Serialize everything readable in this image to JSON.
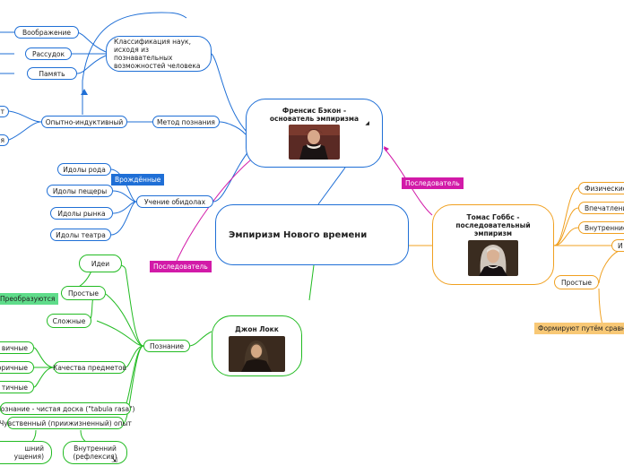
{
  "central": {
    "title": "Эмпиризм Нового времени"
  },
  "bacon": {
    "title": "Френсис Бэкон - основатель эмпиризма",
    "classification": "Классификация наук, исходя из познавательных возможностей человека",
    "class_items": [
      "Воображение",
      "Рассудок",
      "Память"
    ],
    "method": "Метод познания",
    "method_item": "Опытно-индуктивный",
    "idols": "Учение обидолах",
    "idol_items": [
      "Идолы рода",
      "Идолы пещеры",
      "Идолы рынка",
      "Идолы театра"
    ],
    "innate_tag": "Врождённые"
  },
  "labels": {
    "follower_left": "Последователь",
    "follower_right": "Последователь"
  },
  "locke": {
    "title": "Джон Локк",
    "cognition": "Познание",
    "ideas": "Идеи",
    "simple": "Простые",
    "complex": "Сложные",
    "transform_tag": "Преобразуются",
    "qualities": "Качества предметов",
    "quality_items": [
      "вичные",
      "оричные",
      "тичные"
    ],
    "tabula": "Сознание - чистая доска (\"tabula rasa\")",
    "experience": "Чувственный (приижизненный) опыт",
    "outer": "шний ущения)",
    "inner": "Внутренний (рефлексия)"
  },
  "hobbes": {
    "title": "Томас Гоббс - последовательный эмпиризм",
    "items": [
      "Физические",
      "Впечатление",
      "Внутренние"
    ],
    "ideas_fragment": "И",
    "simple": "Простые",
    "formed_tag": "Формируют путём сравнения"
  },
  "colors": {
    "blue": "#1f6fd6",
    "green": "#22bb22",
    "orange": "#f0a020",
    "magenta": "#d21aa8",
    "tag_green": "#5fdc8a",
    "tag_orange": "#f8c875"
  }
}
